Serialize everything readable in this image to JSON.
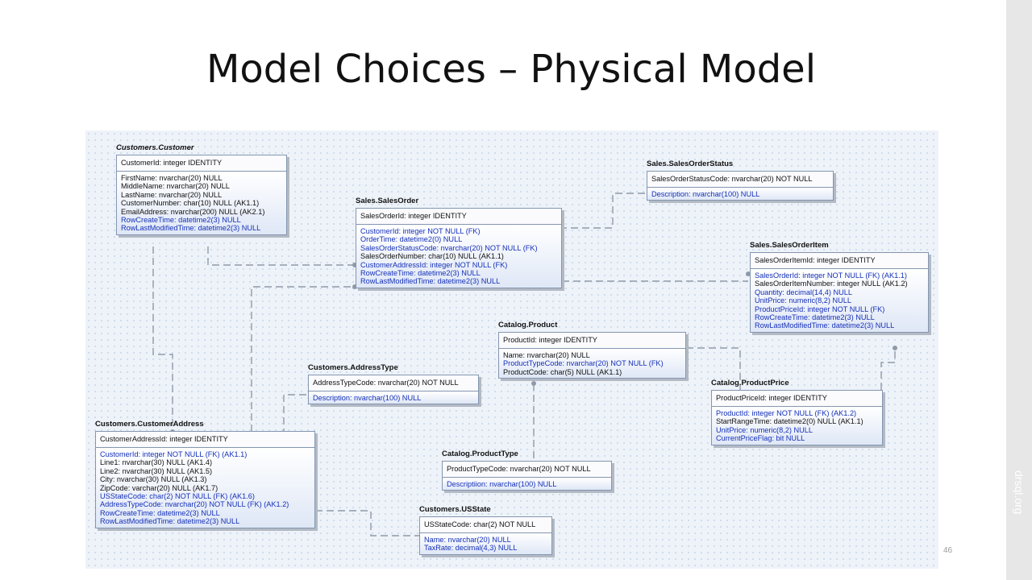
{
  "title": "Model Choices – Physical Model",
  "side_text": "drsql.org",
  "page_number": "46",
  "entities": [
    {
      "name": "Customers.Customer",
      "pk": "CustomerId: integer IDENTITY",
      "attrs": [
        {
          "text": "FirstName: nvarchar(20) NULL",
          "fk": false
        },
        {
          "text": "MiddleName: nvarchar(20) NULL",
          "fk": false
        },
        {
          "text": "LastName: nvarchar(20) NULL",
          "fk": false
        },
        {
          "text": "CustomerNumber: char(10) NULL (AK1.1)",
          "fk": false
        },
        {
          "text": "EmailAddress: nvarchar(200) NULL (AK2.1)",
          "fk": false
        },
        {
          "text": "RowCreateTime: datetime2(3) NULL",
          "fk": true
        },
        {
          "text": "RowLastModifiedTime: datetime2(3) NULL",
          "fk": true
        }
      ]
    },
    {
      "name": "Sales.SalesOrder",
      "pk": "SalesOrderId: integer IDENTITY",
      "attrs": [
        {
          "text": "CustomerId: integer NOT NULL (FK)",
          "fk": true
        },
        {
          "text": "OrderTime: datetime2(0) NULL",
          "fk": true
        },
        {
          "text": "SalesOrderStatusCode: nvarchar(20) NOT NULL (FK)",
          "fk": true
        },
        {
          "text": "SalesOrderNumber: char(10) NULL (AK1.1)",
          "fk": false
        },
        {
          "text": "CustomerAddressId: integer NOT NULL (FK)",
          "fk": true
        },
        {
          "text": "RowCreateTime: datetime2(3) NULL",
          "fk": true
        },
        {
          "text": "RowLastModifiedTime: datetime2(3) NULL",
          "fk": true
        }
      ]
    },
    {
      "name": "Sales.SalesOrderStatus",
      "pk": "SalesOrderStatusCode: nvarchar(20) NOT NULL",
      "attrs": [
        {
          "text": "Description: nvarchar(100) NULL",
          "fk": true
        }
      ]
    },
    {
      "name": "Sales.SalesOrderItem",
      "pk": "SalesOrderItemId: integer IDENTITY",
      "attrs": [
        {
          "text": "SalesOrderId: integer NOT NULL (FK) (AK1.1)",
          "fk": true
        },
        {
          "text": "SalesOrderItemNumber: integer NULL (AK1.2)",
          "fk": false
        },
        {
          "text": "Quantity: decimal(14,4) NULL",
          "fk": true
        },
        {
          "text": "UnitPrice: numeric(8,2) NULL",
          "fk": true
        },
        {
          "text": "ProductPriceId: integer NOT NULL (FK)",
          "fk": true
        },
        {
          "text": "RowCreateTime: datetime2(3) NULL",
          "fk": true
        },
        {
          "text": "RowLastModifiedTime: datetime2(3) NULL",
          "fk": true
        }
      ]
    },
    {
      "name": "Catalog.Product",
      "pk": "ProductId: integer IDENTITY",
      "attrs": [
        {
          "text": "Name: nvarchar(20) NULL",
          "fk": false
        },
        {
          "text": "ProductTypeCode: nvarchar(20) NOT NULL (FK)",
          "fk": true
        },
        {
          "text": "ProductCode: char(5) NULL (AK1.1)",
          "fk": false
        }
      ]
    },
    {
      "name": "Customers.AddressType",
      "pk": "AddressTypeCode: nvarchar(20) NOT NULL",
      "attrs": [
        {
          "text": "Description: nvarchar(100) NULL",
          "fk": true
        }
      ]
    },
    {
      "name": "Catalog.ProductPrice",
      "pk": "ProductPriceId: integer IDENTITY",
      "attrs": [
        {
          "text": "ProductId: integer NOT NULL (FK) (AK1.2)",
          "fk": true
        },
        {
          "text": "StartRangeTime: datetime2(0) NULL (AK1.1)",
          "fk": false
        },
        {
          "text": "UnitPrice: numeric(8,2) NULL",
          "fk": true
        },
        {
          "text": "CurrentPriceFlag: bit NULL",
          "fk": true
        }
      ]
    },
    {
      "name": "Customers.CustomerAddress",
      "pk": "CustomerAddressId: integer IDENTITY",
      "attrs": [
        {
          "text": "CustomerId: integer NOT NULL (FK) (AK1.1)",
          "fk": true
        },
        {
          "text": "Line1: nvarchar(30) NULL (AK1.4)",
          "fk": false
        },
        {
          "text": "Line2: nvarchar(30) NULL (AK1.5)",
          "fk": false
        },
        {
          "text": "City: nvarchar(30) NULL (AK1.3)",
          "fk": false
        },
        {
          "text": "ZipCode: varchar(20) NULL (AK1.7)",
          "fk": false
        },
        {
          "text": "USStateCode: char(2) NOT NULL (FK) (AK1.6)",
          "fk": true
        },
        {
          "text": "AddressTypeCode: nvarchar(20) NOT NULL (FK) (AK1.2)",
          "fk": true
        },
        {
          "text": "RowCreateTime: datetime2(3) NULL",
          "fk": true
        },
        {
          "text": "RowLastModifiedTime: datetime2(3) NULL",
          "fk": true
        }
      ]
    },
    {
      "name": "Catalog.ProductType",
      "pk": "ProductTypeCode: nvarchar(20) NOT NULL",
      "attrs": [
        {
          "text": "Descriptiion: nvarchar(100) NULL",
          "fk": true
        }
      ]
    },
    {
      "name": "Customers.USState",
      "pk": "USStateCode: char(2) NOT NULL",
      "attrs": [
        {
          "text": "Name: nvarchar(20) NULL",
          "fk": true
        },
        {
          "text": "TaxRate: decimal(4,3) NULL",
          "fk": true
        }
      ]
    }
  ]
}
